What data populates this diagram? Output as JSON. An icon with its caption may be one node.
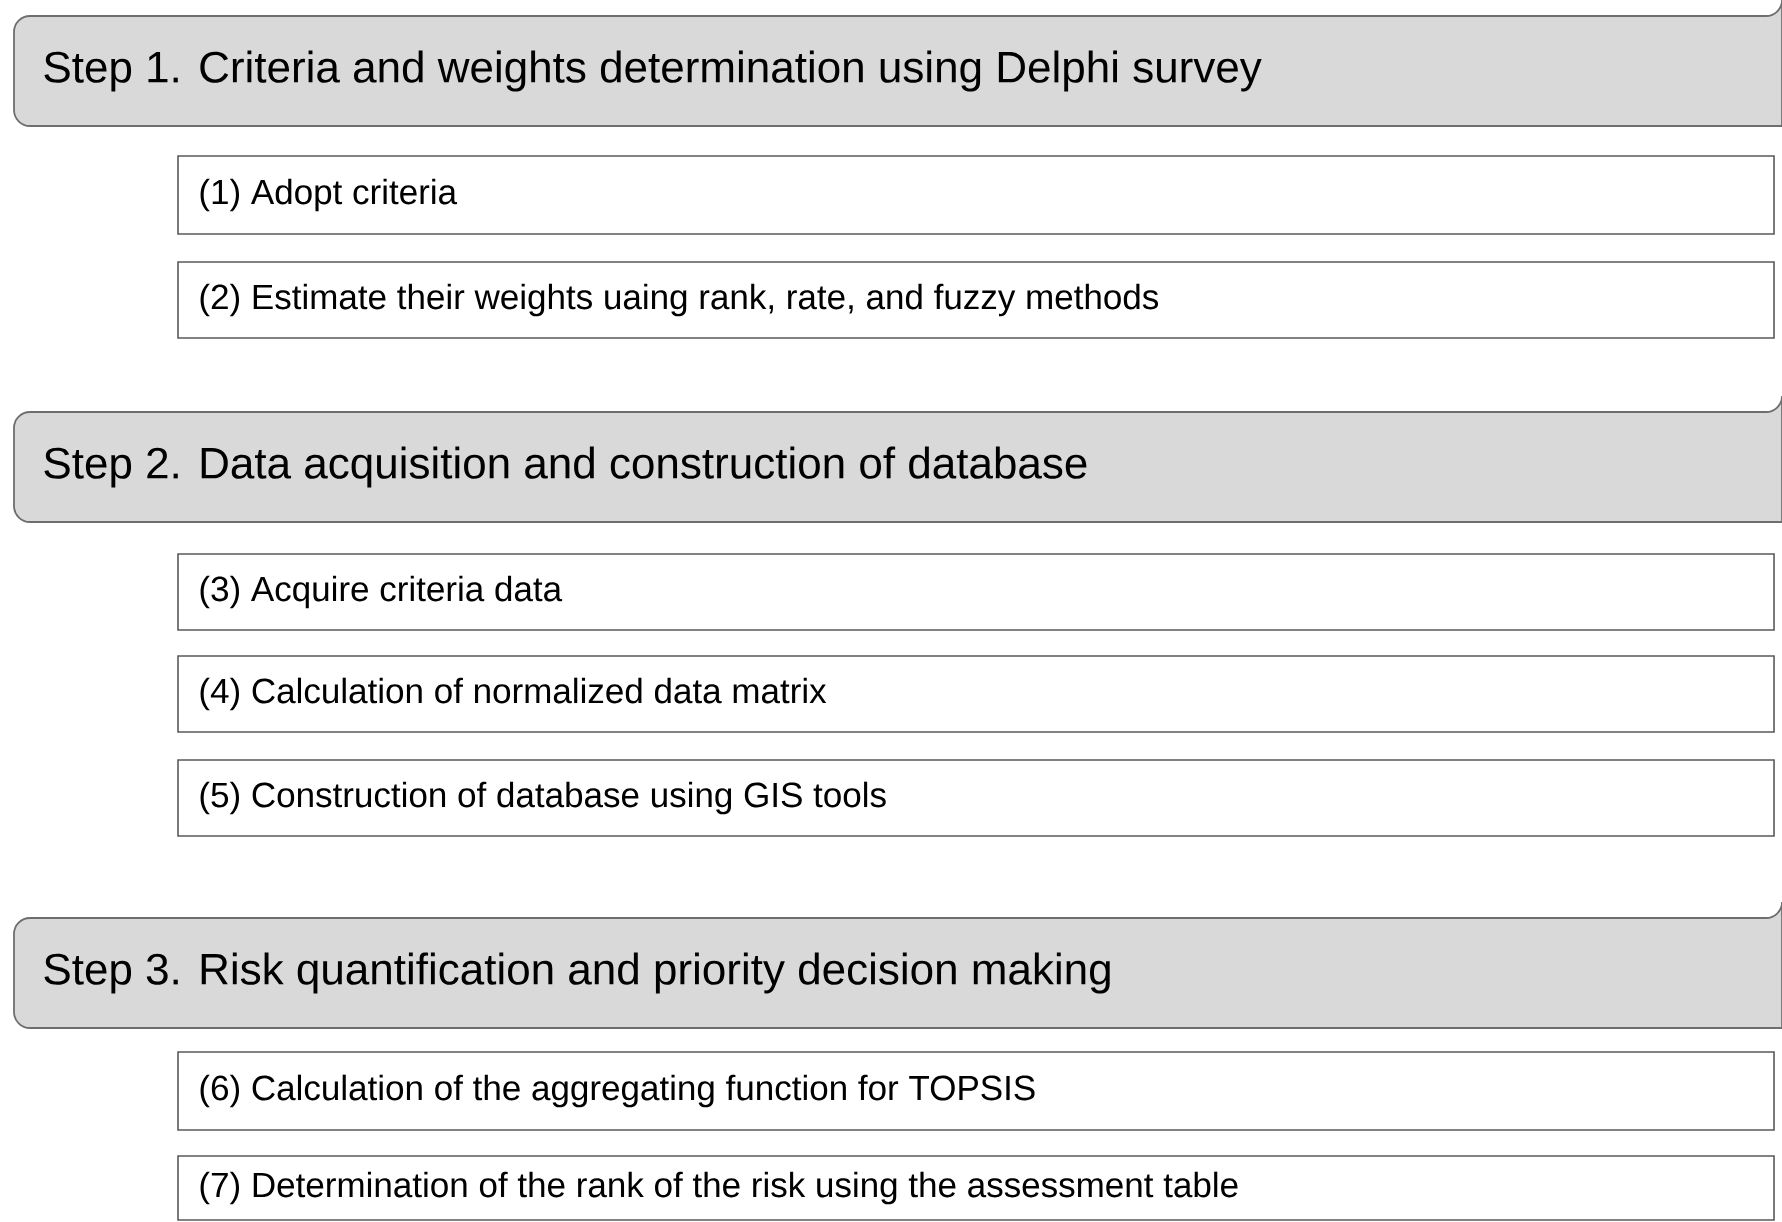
{
  "diagram": {
    "nodes": [
      {
        "text": [
          "Step 1. Criteria and weights determination using Delphi survey"
        ]
      },
      {
        "text": [
          "(1) Adopt criteria"
        ]
      },
      {
        "text": [
          "(2) Estimate their weights uaing rank, rate, and fuzzy methods"
        ]
      },
      {
        "text": [
          "Step 2. Data acquisition and construction of database"
        ]
      },
      {
        "text": [
          "(3) Acquire criteria data"
        ]
      },
      {
        "text": [
          "(4) Calculation of normalized data matrix"
        ]
      },
      {
        "text": [
          "(5) Construction of database using GIS tools"
        ]
      },
      {
        "text": [
          "Step 3. Risk quantification and priority decision making"
        ]
      },
      {
        "text": [
          "(6) Calculation of the aggregating function for TOPSIS"
        ]
      },
      {
        "text": [
          "(7) Determination of the rank of the risk using the assessment table"
        ]
      }
    ]
  }
}
